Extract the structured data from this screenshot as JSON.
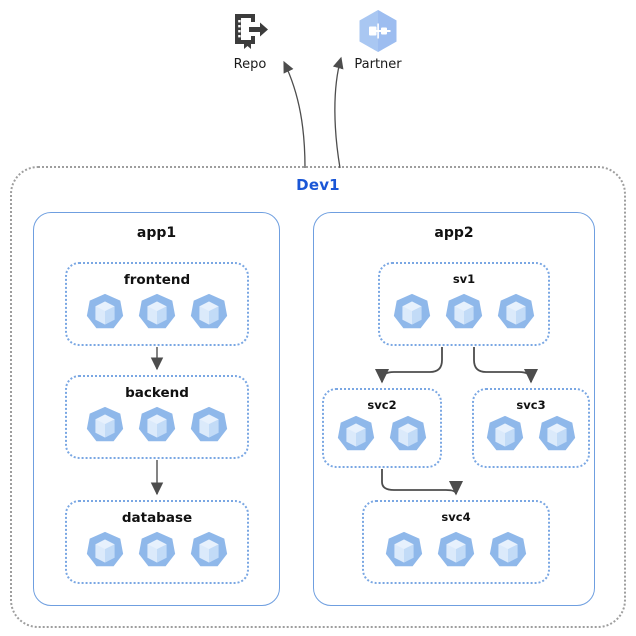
{
  "diagram": {
    "title": "Dev1",
    "external_nodes": [
      {
        "id": "repo",
        "label": "Repo",
        "icon": "repo-icon"
      },
      {
        "id": "partner",
        "label": "Partner",
        "icon": "partner-hexagon-icon"
      }
    ],
    "cluster": {
      "label": "Dev1",
      "border_style": "dotted",
      "border_color": "#9e9e9e",
      "label_color": "#1a56d6"
    },
    "applications": [
      {
        "id": "app1",
        "label": "app1",
        "services": [
          {
            "id": "frontend",
            "label": "frontend",
            "pod_count": 3,
            "label_size": "big"
          },
          {
            "id": "backend",
            "label": "backend",
            "pod_count": 3,
            "label_size": "big"
          },
          {
            "id": "database",
            "label": "database",
            "pod_count": 3,
            "label_size": "big"
          }
        ]
      },
      {
        "id": "app2",
        "label": "app2",
        "services": [
          {
            "id": "sv1",
            "label": "sv1",
            "pod_count": 3,
            "label_size": "small"
          },
          {
            "id": "svc2",
            "label": "svc2",
            "pod_count": 2,
            "label_size": "small"
          },
          {
            "id": "svc3",
            "label": "svc3",
            "pod_count": 2,
            "label_size": "small"
          },
          {
            "id": "svc4",
            "label": "svc4",
            "pod_count": 3,
            "label_size": "small"
          }
        ]
      }
    ],
    "connections": [
      {
        "from": "frontend",
        "to": "backend"
      },
      {
        "from": "backend",
        "to": "database"
      },
      {
        "from": "sv1",
        "to": "svc2"
      },
      {
        "from": "sv1",
        "to": "svc3"
      },
      {
        "from": "svc2",
        "to": "svc4"
      },
      {
        "from": "Dev1",
        "to": "repo"
      },
      {
        "from": "Dev1",
        "to": "partner"
      }
    ],
    "colors": {
      "pod_fill": "#8fb8ea",
      "pod_inner": "#cfe0f7",
      "app_border": "#6f9fe0",
      "service_border": "#7aa7e3",
      "cluster_border": "#9e9e9e",
      "arrow": "#4d4d4d",
      "accent": "#1a56d6"
    }
  }
}
